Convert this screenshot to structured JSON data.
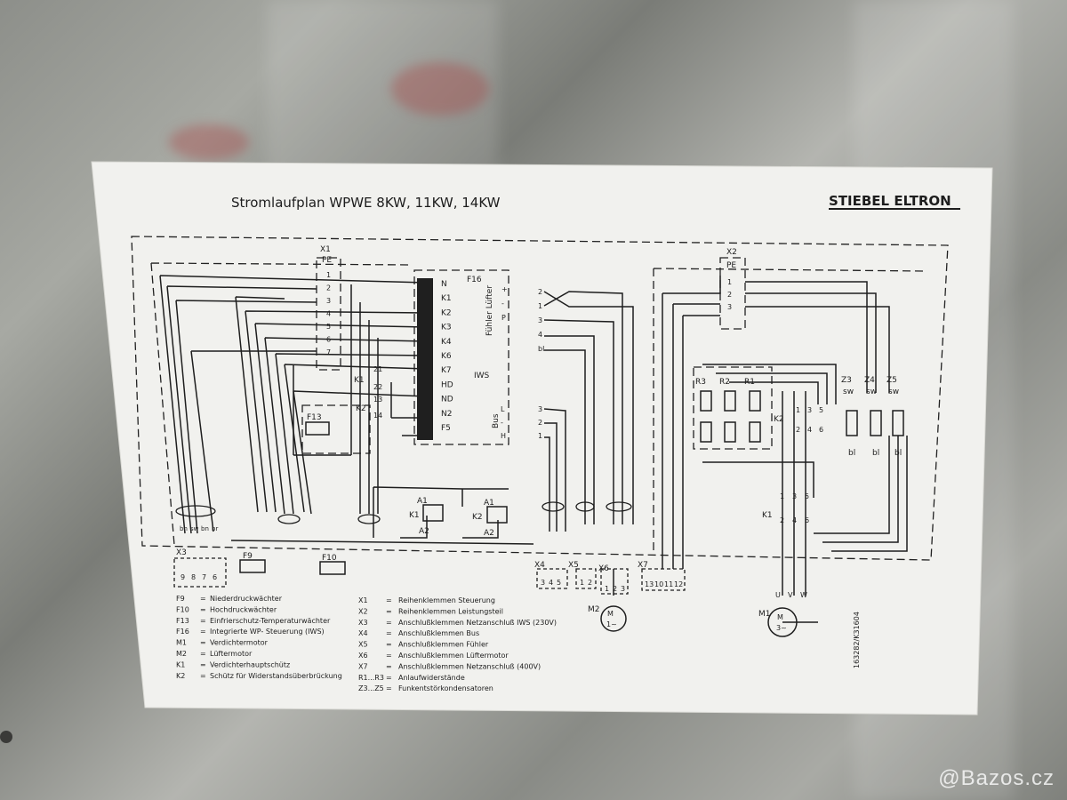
{
  "title": "Stromlaufplan WPWE 8KW, 11KW, 14KW",
  "brand": "STIEBEL ELTRON",
  "doc_number": "163282/K31604",
  "watermark": "@Bazos.cz",
  "terminals": {
    "x1": "X1",
    "x2": "X2",
    "pe": "PE",
    "x1_pins": [
      "1",
      "2",
      "3",
      "4",
      "5",
      "6",
      "7"
    ],
    "x2_pins": [
      "1",
      "2",
      "3"
    ],
    "f16": "F16",
    "f16_pins": [
      "N",
      "K1",
      "K2",
      "K3",
      "K4",
      "K6",
      "K7",
      "HD",
      "ND",
      "N2",
      "F5"
    ],
    "iws": "IWS",
    "fuehler_luefter": "Fühler Lüfter",
    "bus": "Bus",
    "luefter_pins": [
      "+",
      "-",
      "P",
      "",
      ""
    ],
    "luefter_nums": [
      "2",
      "1",
      "3",
      "4",
      "bl"
    ],
    "bus_pins": [
      "L",
      "-",
      "H"
    ],
    "bus_nums": [
      "3",
      "2",
      "1"
    ],
    "k1": "K1",
    "k2": "K2",
    "k1_pins": [
      "21",
      "22"
    ],
    "k2_pins": [
      "13",
      "14"
    ],
    "f13": "F13",
    "f9": "F9",
    "f10": "F10",
    "a1": "A1",
    "a2": "A2",
    "x3": "X3",
    "x3_pins": [
      "9",
      "8",
      "7",
      "6"
    ],
    "x3_wire": [
      "bn",
      "sw",
      "bn",
      "br"
    ],
    "x4": "X4",
    "x4_pins": [
      "3",
      "4",
      "5"
    ],
    "x5": "X5",
    "x5_pins": [
      "1",
      "2"
    ],
    "x6": "X6",
    "x6_pins": [
      "1",
      "2",
      "3"
    ],
    "x7": "X7",
    "x7_pins": [
      "13",
      "10",
      "11",
      "12"
    ],
    "m1": "M1",
    "m1_sym": "M\n3~",
    "m2": "M2",
    "m2_sym": "M\n1~",
    "r": [
      "R3",
      "R2",
      "R1"
    ],
    "z": [
      "Z3",
      "Z4",
      "Z5"
    ],
    "z_top": "sw",
    "z_bot": "bl",
    "k2_main": "K2",
    "k1_main": "K1",
    "phase_nums_top": [
      "1",
      "3",
      "5"
    ],
    "phase_nums_bot": [
      "2",
      "4",
      "6"
    ],
    "uvw": [
      "U",
      "V",
      "W"
    ]
  },
  "legend_left": [
    {
      "code": "F9",
      "desc": "Niederdruckwächter"
    },
    {
      "code": "F10",
      "desc": "Hochdruckwächter"
    },
    {
      "code": "F13",
      "desc": "Einfrierschutz-Temperaturwächter"
    },
    {
      "code": "F16",
      "desc": "Integrierte WP- Steuerung (IWS)"
    },
    {
      "code": "M1",
      "desc": "Verdichtermotor"
    },
    {
      "code": "M2",
      "desc": "Lüftermotor"
    },
    {
      "code": "K1",
      "desc": "Verdichterhauptschütz"
    },
    {
      "code": "K2",
      "desc": "Schütz für Widerstandsüberbrückung"
    }
  ],
  "legend_right": [
    {
      "code": "X1",
      "desc": "Reihenklemmen Steuerung"
    },
    {
      "code": "X2",
      "desc": "Reihenklemmen Leistungsteil"
    },
    {
      "code": "X3",
      "desc": "Anschlußklemmen Netzanschluß IWS (230V)"
    },
    {
      "code": "X4",
      "desc": "Anschlußklemmen Bus"
    },
    {
      "code": "X5",
      "desc": "Anschlußklemmen Fühler"
    },
    {
      "code": "X6",
      "desc": "Anschlußklemmen Lüftermotor"
    },
    {
      "code": "X7",
      "desc": "Anschlußklemmen Netzanschluß (400V)"
    },
    {
      "code": "R1...R3",
      "desc": "Anlaufwiderstände"
    },
    {
      "code": "Z3...Z5",
      "desc": "Funkentstörkondensatoren"
    }
  ],
  "colors": {
    "sheet": "#f1f1ee",
    "ink": "#1d1d1d",
    "metal": "#9a9c97"
  }
}
